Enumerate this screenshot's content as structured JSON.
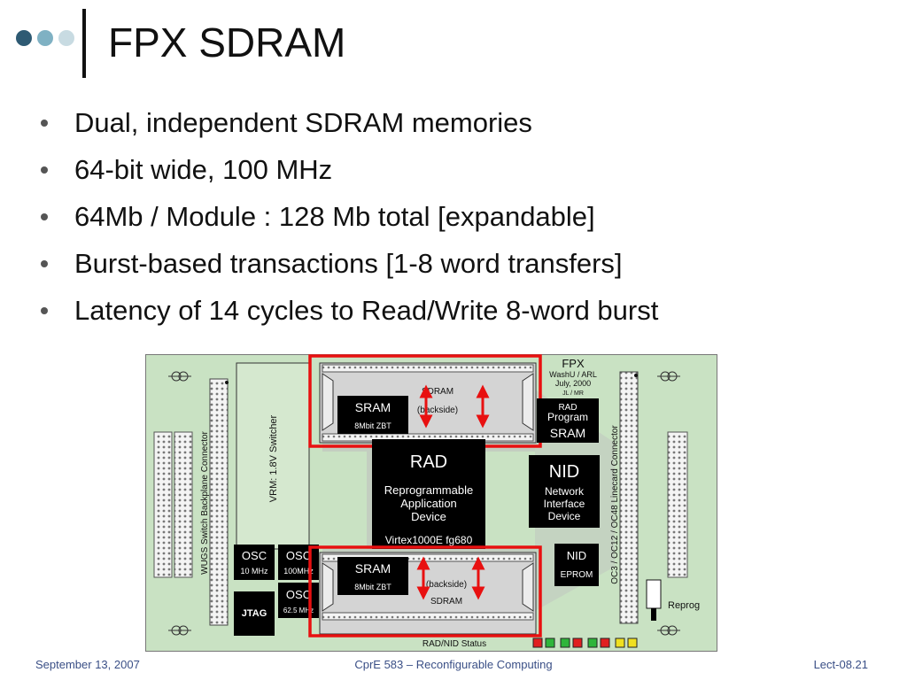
{
  "slide": {
    "title": "FPX SDRAM",
    "bullets": [
      "Dual, independent SDRAM memories",
      "64-bit wide, 100 MHz",
      "64Mb / Module : 128 Mb total [expandable]",
      "Burst-based transactions [1-8 word transfers]",
      "Latency of 14 cycles to Read/Write 8-word burst"
    ]
  },
  "board": {
    "fpx_title": "FPX",
    "fpx_credit_1": "WashU / ARL",
    "fpx_credit_2": "July, 2000",
    "fpx_credit_3": "JL / MR",
    "sdram_top": "SDRAM",
    "backside_top": "(backside)",
    "sdram_bottom": "SDRAM",
    "backside_bottom": "(backside)",
    "sram_label": "SRAM",
    "sram_sub": "8Mbit ZBT",
    "rad_program_1": "RAD",
    "rad_program_2": "Program",
    "rad_program_3": "SRAM",
    "rad_title": "RAD",
    "rad_desc_1": "Reprogrammable",
    "rad_desc_2": "Application",
    "rad_desc_3": "Device",
    "rad_part": "Virtex1000E fg680",
    "nid_title": "NID",
    "nid_desc_1": "Network",
    "nid_desc_2": "Interface",
    "nid_desc_3": "Device",
    "nid_eprom_1": "NID",
    "nid_eprom_2": "EPROM",
    "vrm": "VRM: 1.8V Switcher",
    "backplane": "WUGS Switch Backplane Connector",
    "linecard": "OC3 / OC12 / OC48 Linecard Connector",
    "osc1_title": "OSC",
    "osc1_freq": "10 MHz",
    "osc2_title": "OSC",
    "osc2_freq": "100MHz",
    "osc3_title": "OSC",
    "osc3_freq": "62.5 MHz",
    "jtag": "JTAG",
    "reprog": "Reprog",
    "status": "RAD/NID Status",
    "status_leds": [
      "#e02020",
      "#2fb53a",
      "#2fb53a",
      "#e02020",
      "#2fb53a",
      "#e02020",
      "#f0e020",
      "#f0e020"
    ]
  },
  "footer": {
    "date": "September 13, 2007",
    "course": "CprE 583 – Reconfigurable Computing",
    "lecture": "Lect-08.21"
  },
  "colors": {
    "dot_dark": "#2e5a73",
    "dot_mid": "#7fb1c3",
    "dot_light": "#c8dbe2",
    "board_bg": "#c9e2c3",
    "highlight": "#e81010",
    "footer_text": "#3a4f86"
  }
}
